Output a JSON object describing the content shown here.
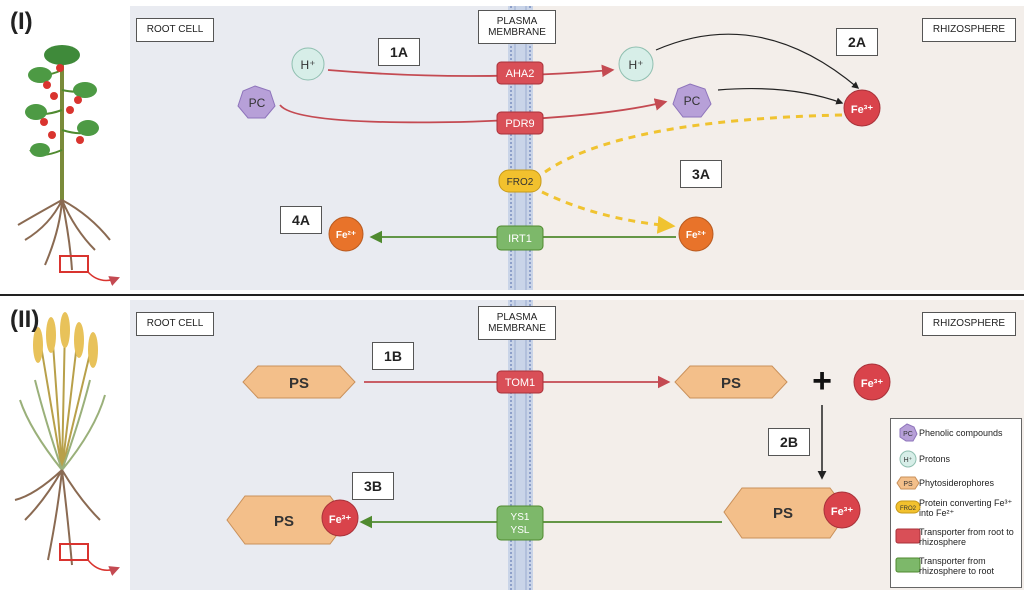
{
  "panels": [
    {
      "id": "I",
      "label": "(I)",
      "root_cell": "ROOT CELL",
      "membrane": [
        "PLASMA",
        "MEMBRANE"
      ],
      "rhizosphere": "RHIZOSPHERE"
    },
    {
      "id": "II",
      "label": "(II)",
      "root_cell": "ROOT CELL",
      "membrane": [
        "PLASMA",
        "MEMBRANE"
      ],
      "rhizosphere": "RHIZOSPHERE"
    }
  ],
  "steps": {
    "s1a": "1A",
    "s2a": "2A",
    "s3a": "3A",
    "s4a": "4A",
    "s1b": "1B",
    "s2b": "2B",
    "s3b": "3B"
  },
  "molecules": {
    "h_plus": "H⁺",
    "pc": "PC",
    "fe3": "Fe³⁺",
    "fe2": "Fe²⁺",
    "ps": "PS"
  },
  "transporters": {
    "aha2": "AHA2",
    "pdr9": "PDR9",
    "fro2": "FRO2",
    "irt1": "IRT1",
    "tom1": "TOM1",
    "ys1": "YS1",
    "ysl": "YSL"
  },
  "plus_sign": "+",
  "legend": {
    "pc_icon": "PC",
    "pc_text": "Phenolic compounds",
    "h_icon": "H⁺",
    "h_text": "Protons",
    "ps_icon": "PS",
    "ps_text": "Phytosiderophores",
    "fro2_icon": "FRO2",
    "fro2_text": "Protein converting Fe³⁺ into Fe²⁺",
    "red_text": "Transporter from root to rhizosphere",
    "green_text": "Transporter from rhizosphere to root"
  },
  "colors": {
    "root_cell_bg": "#e9ebf1",
    "rhizosphere_bg": "#f3eeea",
    "red_transporter": "#d94f57",
    "green_transporter": "#7db86a",
    "fro2": "#f2c12e",
    "pc": "#b7a0d8",
    "h_plus": "#d7eee8",
    "fe3": "#d9434b",
    "fe2": "#e8732a",
    "ps": "#f3bf8a",
    "red_arrow": "#c44a52",
    "green_arrow": "#4f8a2f",
    "dashed_arrow": "#f0c330"
  }
}
